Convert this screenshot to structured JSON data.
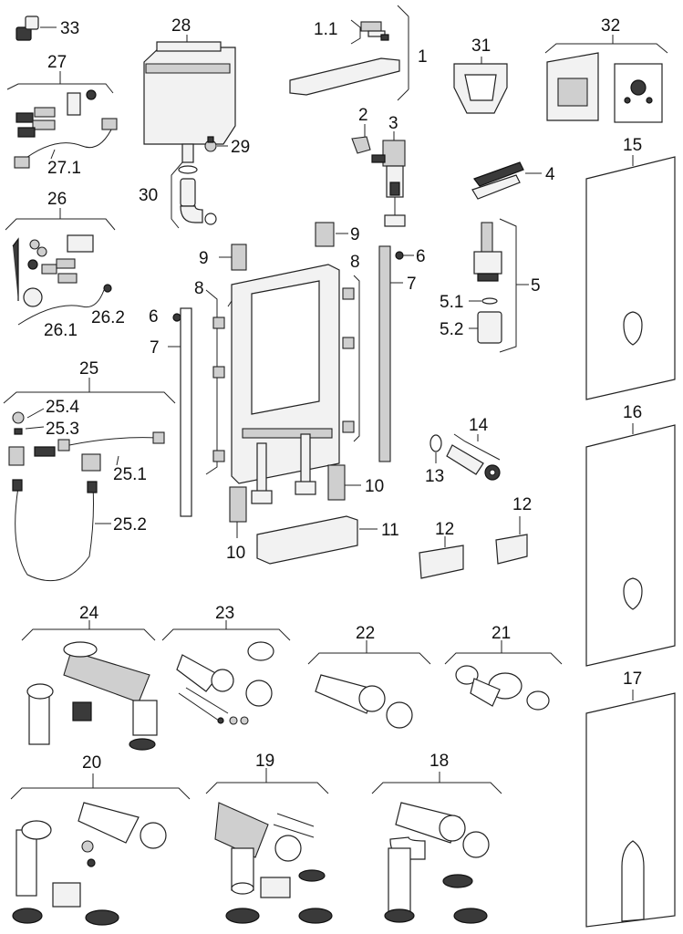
{
  "labels": {
    "l33": "33",
    "l28": "28",
    "l1_1": "1.1",
    "l1": "1",
    "l31": "31",
    "l32": "32",
    "l27": "27",
    "l27_1": "27.1",
    "l29": "29",
    "l2": "2",
    "l3": "3",
    "l15": "15",
    "l30": "30",
    "l4": "4",
    "l26": "26",
    "l9a": "9",
    "l9b": "9",
    "l6a": "6",
    "l5": "5",
    "l5_1": "5.1",
    "l5_2": "5.2",
    "l26_1": "26.1",
    "l26_2": "26.2",
    "l8a": "8",
    "l8b": "8",
    "l7a": "7",
    "l7b": "7",
    "l6b": "6",
    "l25": "25",
    "l25_4": "25.4",
    "l25_3": "25.3",
    "l25_1": "25.1",
    "l25_2": "25.2",
    "l16": "16",
    "l14": "14",
    "l13": "13",
    "l10a": "10",
    "l10b": "10",
    "l11": "11",
    "l12a": "12",
    "l12b": "12",
    "l24": "24",
    "l23": "23",
    "l22": "22",
    "l21": "21",
    "l17": "17",
    "l20": "20",
    "l19": "19",
    "l18": "18"
  }
}
